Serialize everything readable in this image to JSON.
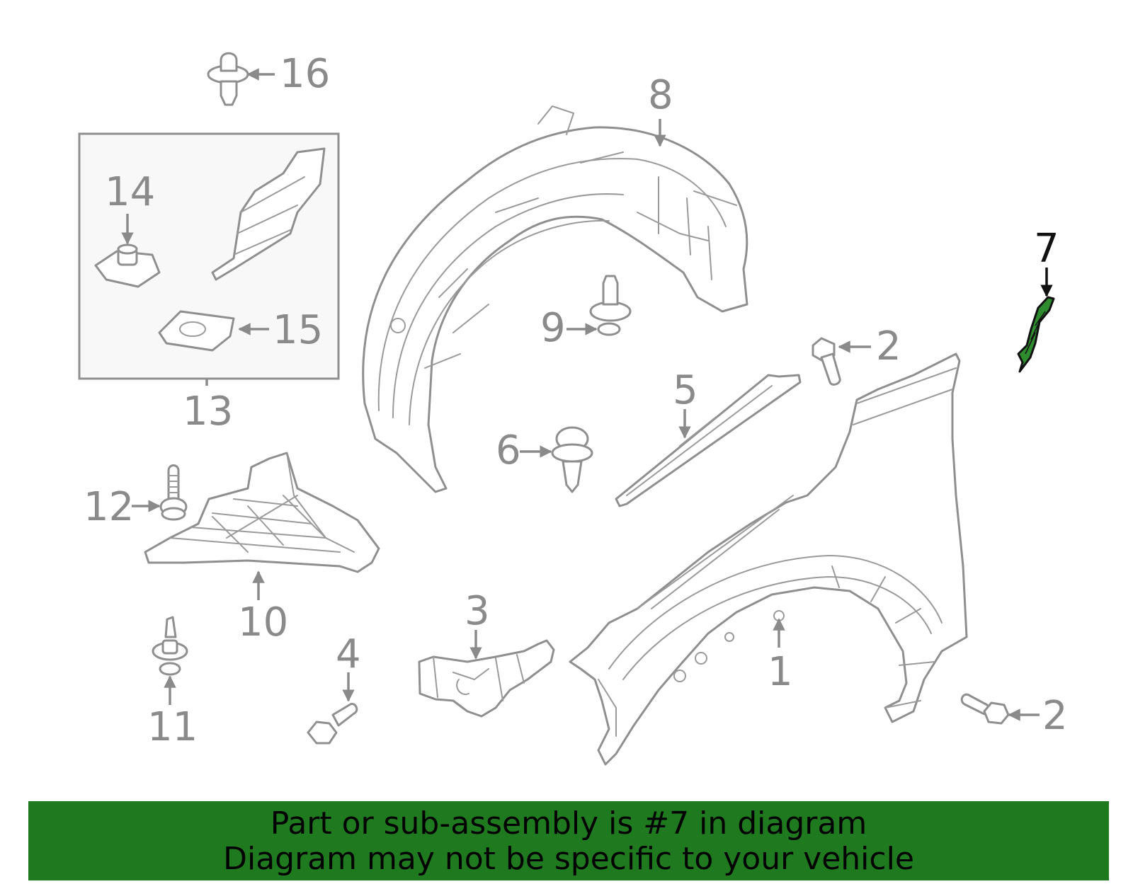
{
  "callouts": {
    "c1": "1",
    "c2a": "2",
    "c2b": "2",
    "c3": "3",
    "c4": "4",
    "c5": "5",
    "c6": "6",
    "c7": "7",
    "c8": "8",
    "c9": "9",
    "c10": "10",
    "c11": "11",
    "c12": "12",
    "c13": "13",
    "c14": "14",
    "c15": "15",
    "c16": "16"
  },
  "highlight": {
    "part_number": "7",
    "color": "#1f7a1f"
  },
  "banner": {
    "line1": "Part or sub-assembly is #7 in diagram",
    "line2": "Diagram may not be specific to your vehicle"
  }
}
